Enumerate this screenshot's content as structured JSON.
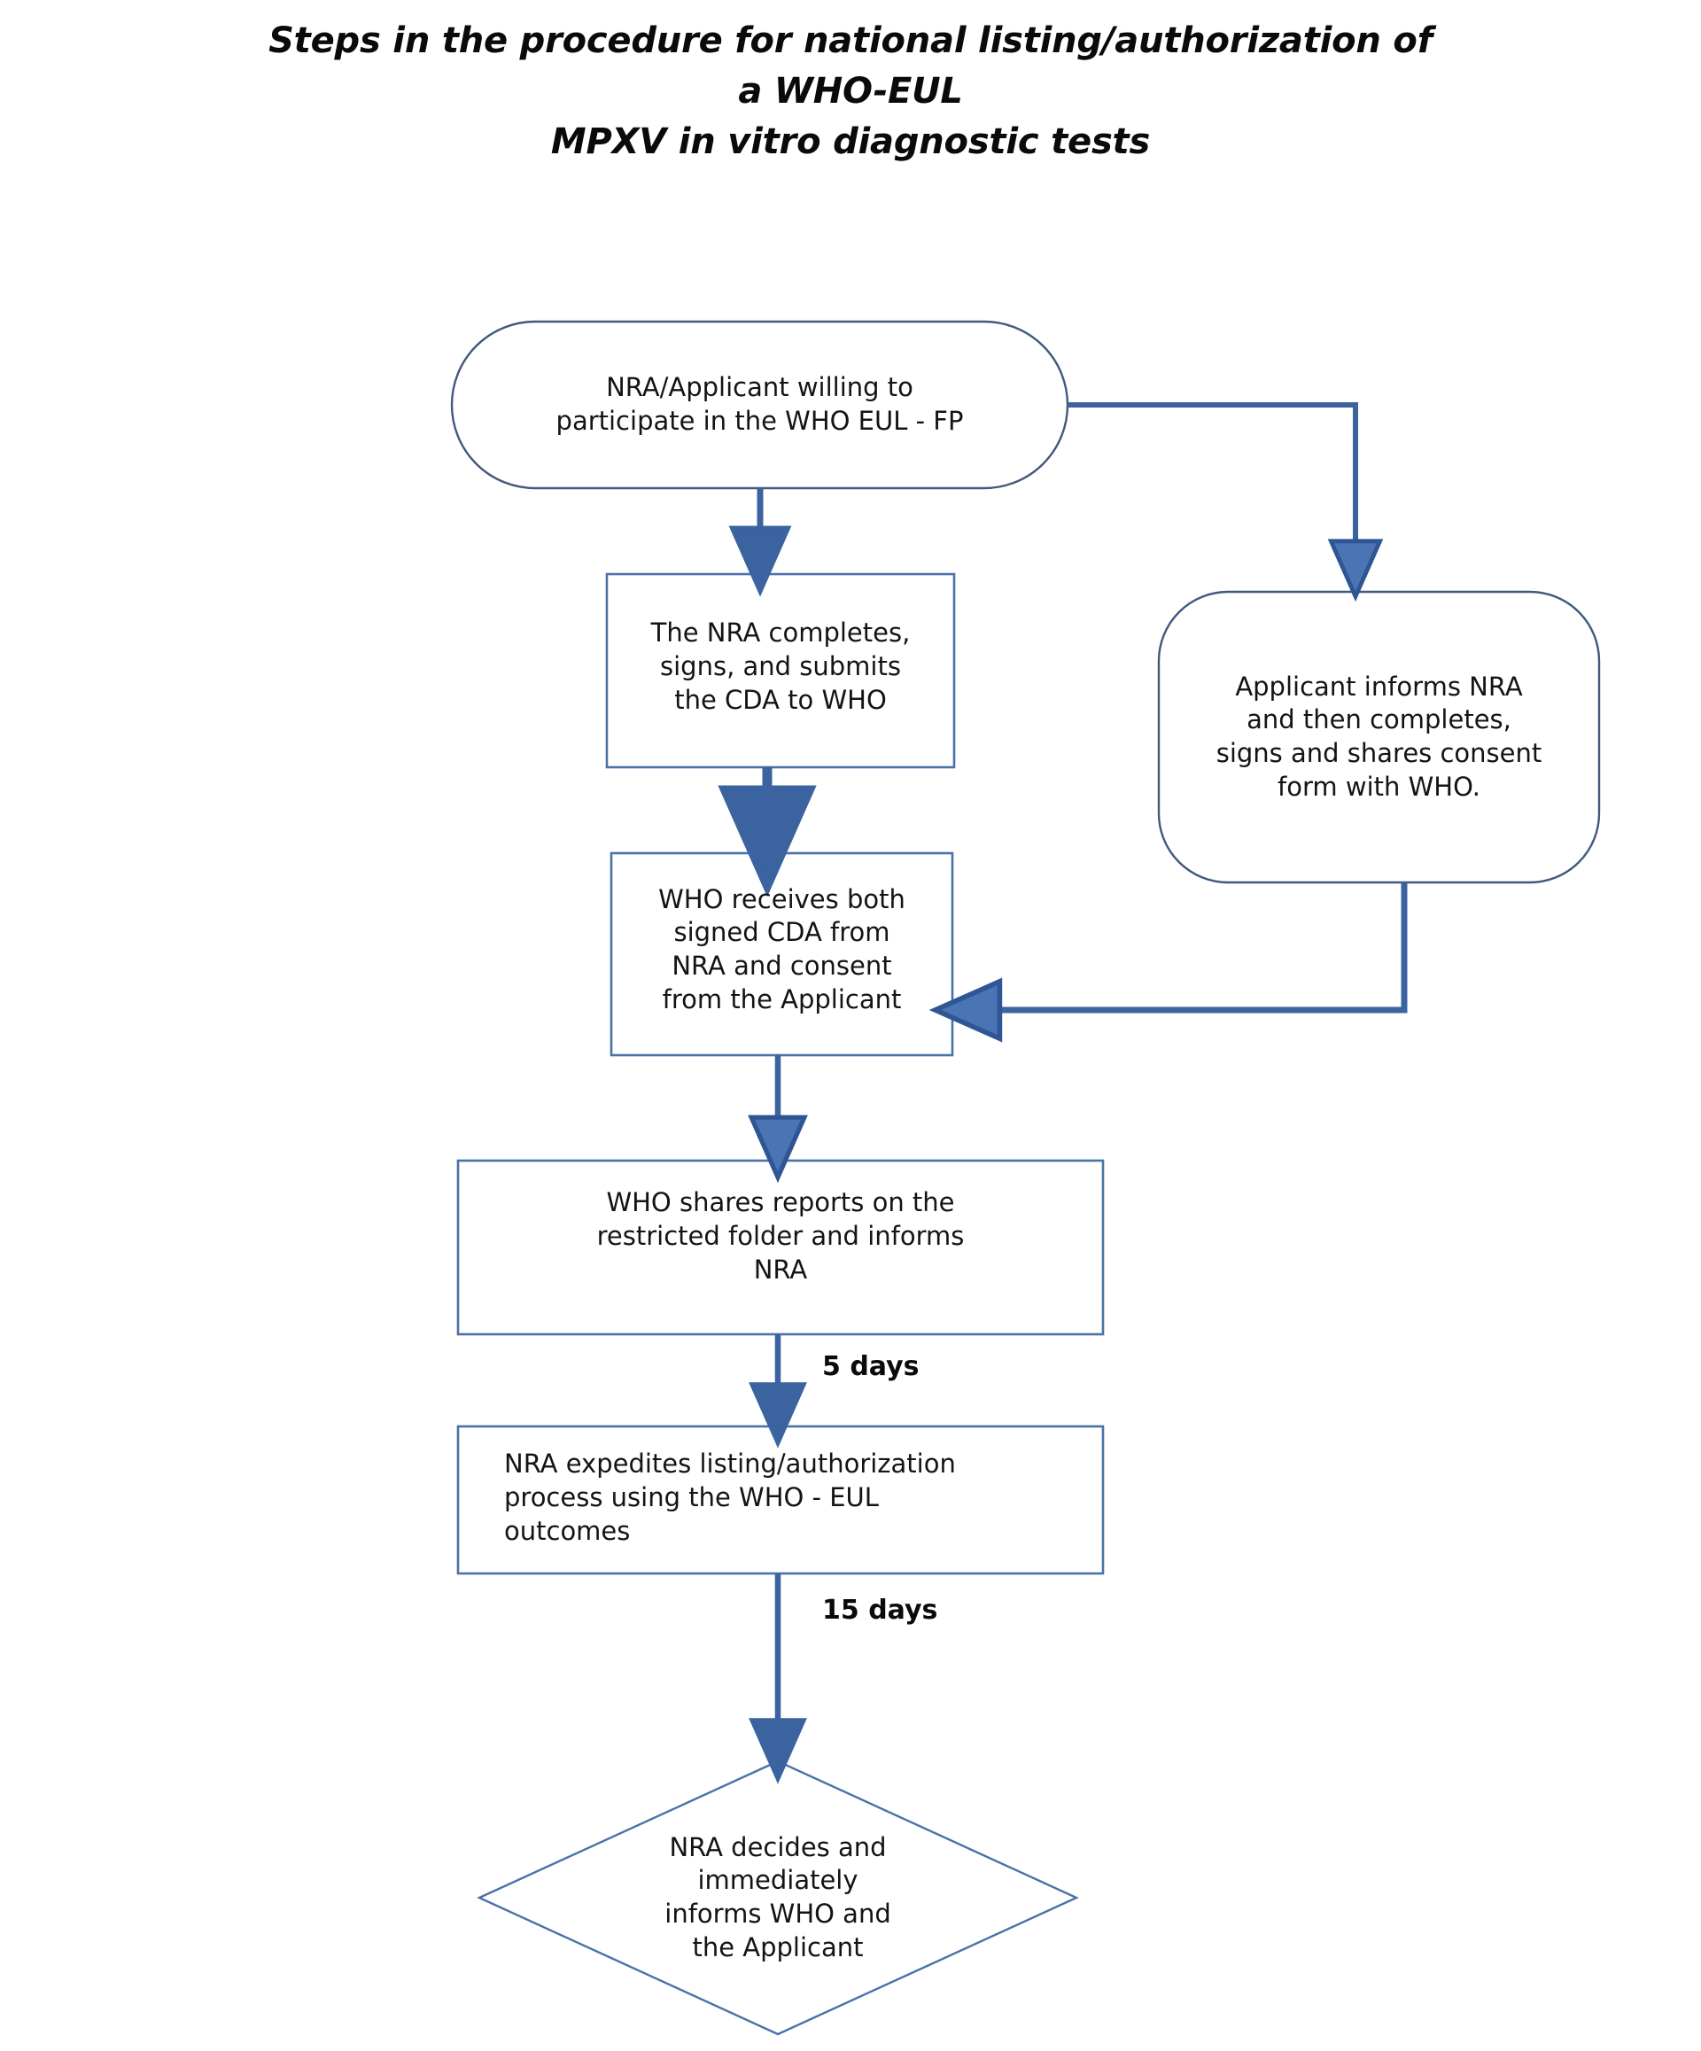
{
  "page": {
    "title_line1": "Steps in the procedure for national listing/authorization of a WHO-EUL",
    "title_line2": "MPXV in vitro diagnostic tests",
    "title_full": "Steps in the procedure for national listing/authorization of a WHO-EUL\nMPXV in vitro diagnostic tests"
  },
  "colors": {
    "shape_stroke": "#3f5c82",
    "box_stroke": "#4a72a8",
    "connector": "#3a63a0",
    "text": "#141414",
    "title_text": "#0a0a0a",
    "background": "#ffffff"
  },
  "chart_data": {
    "type": "diagram",
    "diagram_type": "flowchart",
    "title": "Steps in the procedure for national listing/authorization of a WHO-EUL MPXV in vitro diagnostic tests",
    "orientation": "top-to-bottom",
    "nodes": [
      {
        "id": "start",
        "shape": "stadium",
        "text": "NRA/Applicant willing to\nparticipate in the WHO EUL - FP",
        "align": "center"
      },
      {
        "id": "nra-cda",
        "shape": "rectangle",
        "text": "The NRA completes,\nsigns, and submits\nthe CDA to WHO",
        "align": "center"
      },
      {
        "id": "applicant-consent",
        "shape": "rounded-rectangle",
        "text": "Applicant informs NRA\nand then completes,\nsigns and shares consent\nform with  WHO.",
        "align": "center"
      },
      {
        "id": "who-receives",
        "shape": "rectangle",
        "text": "WHO receives both\nsigned CDA from\nNRA and consent\nfrom the Applicant",
        "align": "center"
      },
      {
        "id": "who-shares",
        "shape": "rectangle",
        "text": "WHO shares reports on the\nrestricted folder and informs\nNRA",
        "align": "center"
      },
      {
        "id": "nra-expedites",
        "shape": "rectangle",
        "text": "NRA expedites listing/authorization\nprocess using the WHO - EUL\noutcomes",
        "align": "left"
      },
      {
        "id": "nra-decides",
        "shape": "diamond",
        "text": "NRA decides and\nimmediately\ninforms WHO and\nthe Applicant",
        "align": "center"
      }
    ],
    "edges": [
      {
        "from": "start",
        "to": "nra-cda",
        "label": "",
        "style": "solid-arrow"
      },
      {
        "from": "start",
        "to": "applicant-consent",
        "label": "",
        "style": "solid-arrow-elbow"
      },
      {
        "from": "nra-cda",
        "to": "who-receives",
        "label": "",
        "style": "solid-arrow"
      },
      {
        "from": "applicant-consent",
        "to": "who-receives",
        "label": "",
        "style": "solid-arrow-elbow"
      },
      {
        "from": "who-receives",
        "to": "who-shares",
        "label": "",
        "style": "solid-arrow"
      },
      {
        "from": "who-shares",
        "to": "nra-expedites",
        "label": "5 days",
        "style": "solid-arrow"
      },
      {
        "from": "nra-expedites",
        "to": "nra-decides",
        "label": "15 days",
        "style": "solid-arrow"
      }
    ],
    "edge_labels": [
      "5 days",
      "15 days"
    ]
  },
  "nodes": {
    "start": "NRA/Applicant willing to\nparticipate in the WHO EUL - FP",
    "nra_cda": "The NRA completes,\nsigns, and submits\nthe CDA to WHO",
    "applicant_consent": "Applicant informs NRA\nand then completes,\nsigns and shares consent\nform with  WHO.",
    "who_receives": "WHO receives both\nsigned CDA from\nNRA and consent\nfrom the Applicant",
    "who_shares": "WHO shares reports on the\nrestricted folder and informs\nNRA",
    "nra_expedites": "NRA expedites listing/authorization\nprocess using the WHO - EUL\noutcomes",
    "nra_decides": "NRA decides and\nimmediately\ninforms WHO and\nthe Applicant"
  },
  "labels": {
    "five_days": "5 days",
    "fifteen_days": "15 days"
  }
}
